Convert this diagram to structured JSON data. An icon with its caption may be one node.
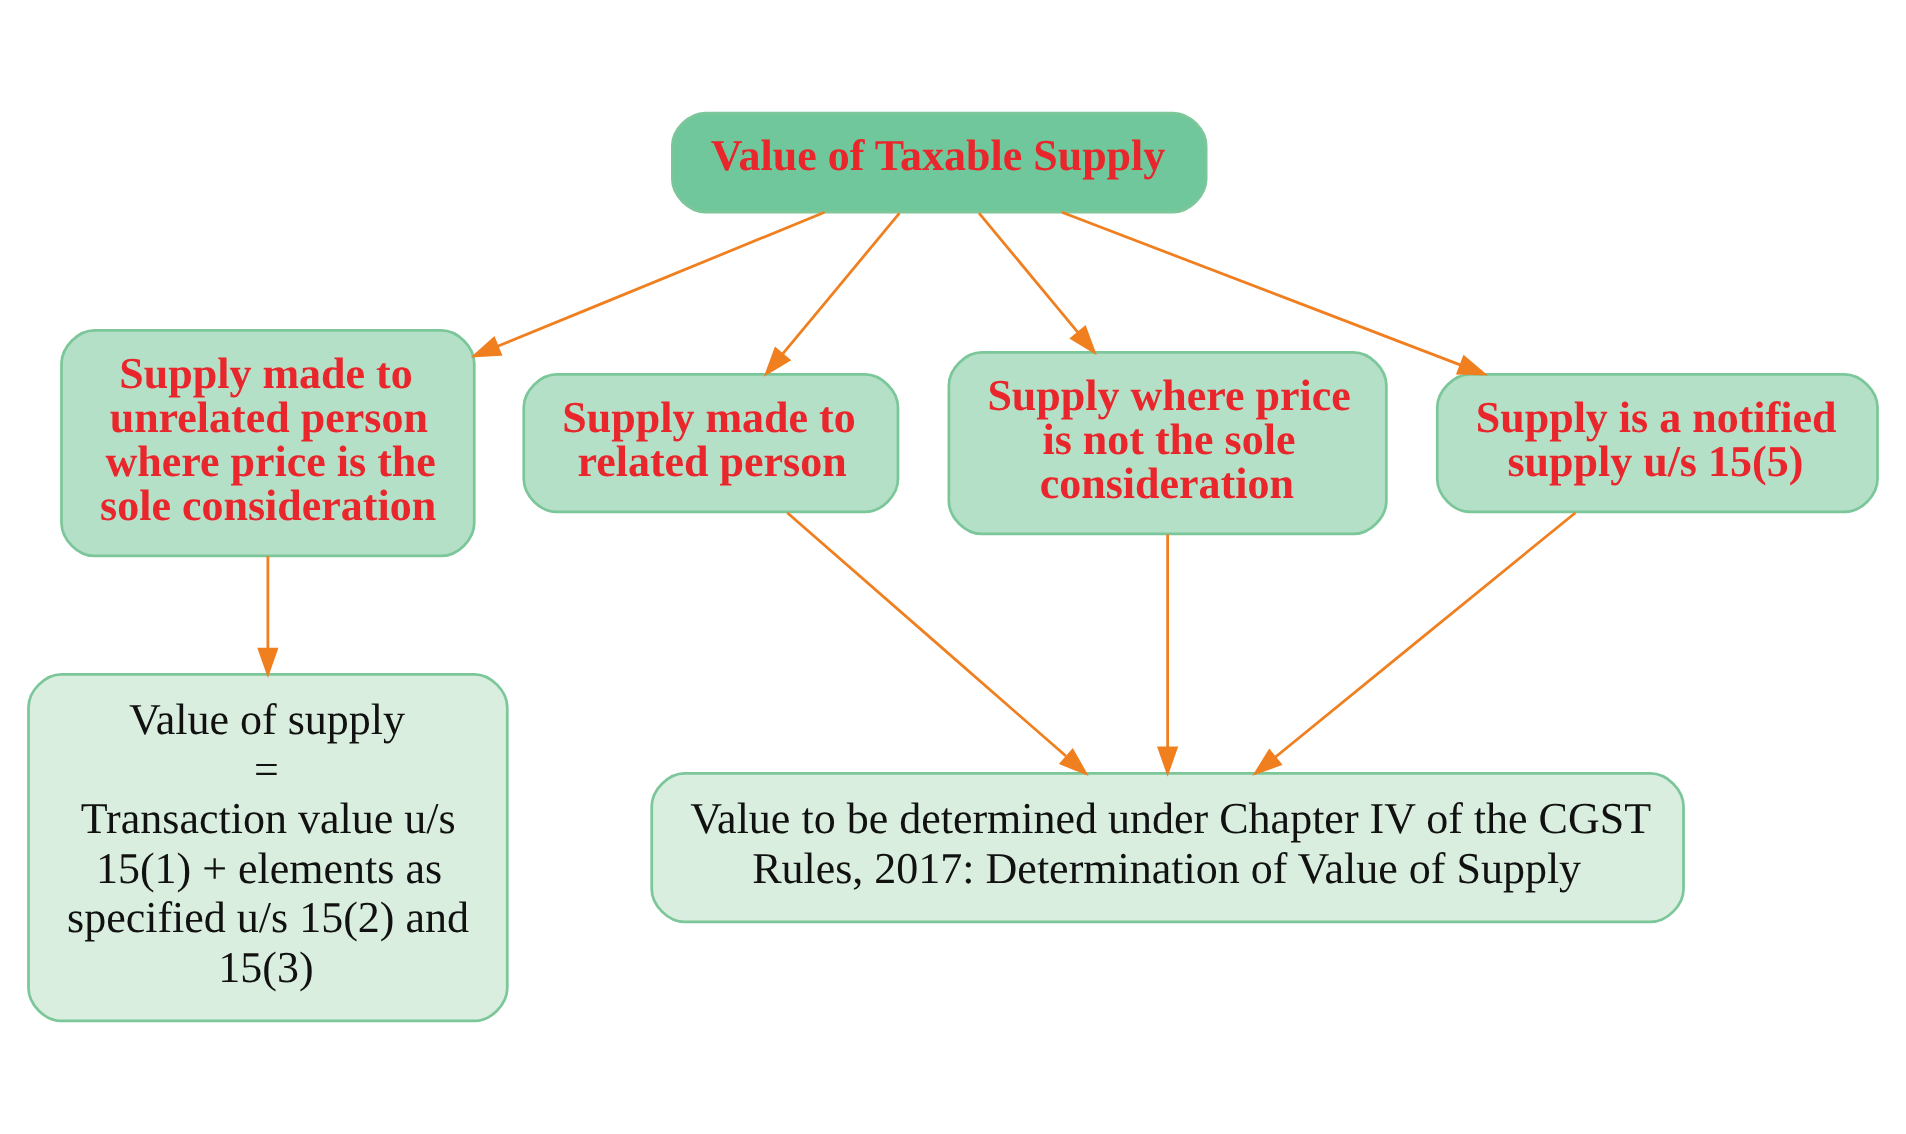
{
  "diagram": {
    "nodes": [
      {
        "text": [
          "Value of Taxable Supply"
        ]
      },
      {
        "text": [
          "Supply made to unrelated person where price is the sole consideration"
        ]
      },
      {
        "text": [
          "Supply made to related person"
        ]
      },
      {
        "text": [
          "Supply where price is not the sole consideration"
        ]
      },
      {
        "text": [
          "Supply is a notified supply u/s 15(5)"
        ]
      },
      {
        "text": [
          "Value of supply",
          "=",
          "Transaction value u/s 15(1) + elements as specified u/s 15(2) and 15(3)"
        ]
      },
      {
        "text": [
          "Value to be determined under Chapter IV of the CGST Rules, 2017: Determination of Value of Supply"
        ]
      }
    ],
    "edges": [
      {
        "from": 0,
        "to": 1,
        "arrow": "to"
      },
      {
        "from": 0,
        "to": 2,
        "arrow": "to"
      },
      {
        "from": 0,
        "to": 3,
        "arrow": "to"
      },
      {
        "from": 0,
        "to": 4,
        "arrow": "to"
      },
      {
        "from": 1,
        "to": 5,
        "arrow": "to"
      },
      {
        "from": 2,
        "to": 6,
        "arrow": "to"
      },
      {
        "from": 3,
        "to": 6,
        "arrow": "to"
      },
      {
        "from": 4,
        "to": 6,
        "arrow": "to"
      }
    ]
  }
}
